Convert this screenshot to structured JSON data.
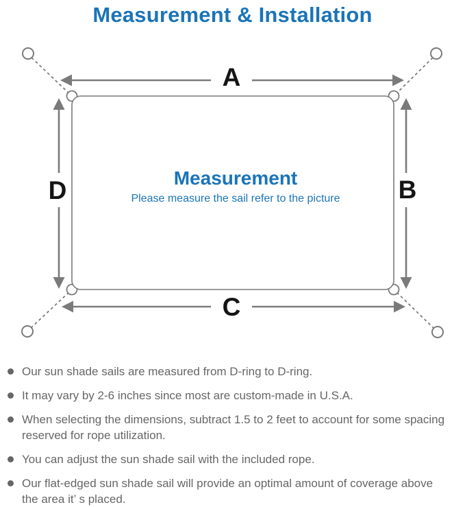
{
  "page_title": "Measurement & Installation",
  "diagram": {
    "dim_top": "A",
    "dim_right": "B",
    "dim_bottom": "C",
    "dim_left": "D",
    "center_title": "Measurement",
    "center_subtitle": "Please measure the sail refer to the picture"
  },
  "notes": [
    "Our sun shade sails are measured from D-ring to D-ring.",
    "It may vary by 2-6 inches since most are custom-made in U.S.A.",
    "When selecting the dimensions, subtract 1.5 to 2 feet to account for some spacing\nreserved for rope utilization.",
    "You can adjust the sun shade sail with the included rope.",
    "Our flat-edged sun shade sail will provide an optimal amount of coverage above\nthe area it’ s placed."
  ],
  "colors": {
    "accent_blue": "#1b74b8",
    "diagram_gray": "#7a7a7a",
    "note_text_gray": "#666666",
    "dim_label_black": "#151515"
  }
}
